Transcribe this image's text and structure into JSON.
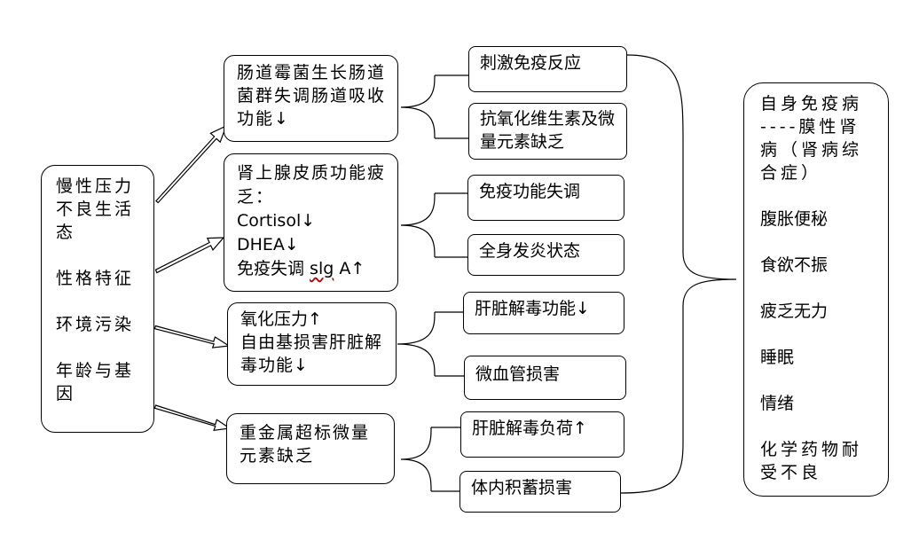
{
  "left_box": {
    "stress": "慢性压力不良生活态",
    "personality": "性格特征",
    "pollution": "环境污染",
    "age_genes": "年龄与基因"
  },
  "middle_boxes": {
    "gut": "肠道霉菌生长肠道菌群失调肠道吸收功能↓",
    "adrenal_title": "肾上腺皮质功能疲乏：",
    "adrenal_cortisol": "Cortisol↓",
    "adrenal_dhea": "DHEA↓",
    "adrenal_immune_prefix": "免疫失调 ",
    "adrenal_immune_slg": "slg",
    "adrenal_immune_suffix": " A↑",
    "oxidative_1": "氧化压力↑",
    "oxidative_2": "自由基损害肝脏解毒功能↓",
    "heavy_metal": "重金属超标微量元素缺乏"
  },
  "right_boxes": {
    "immune_stim": "刺激免疫反应",
    "antioxidant": "抗氧化维生素及微量元素缺乏",
    "immune_dysfunction": "免疫功能失调",
    "inflammation": "全身发炎状态",
    "liver_detox_down": "肝脏解毒功能↓",
    "microvascular": "微血管损害",
    "liver_detox_load": "肝脏解毒负荷↑",
    "accumulation": "体内积蓄损害"
  },
  "outcome_box": {
    "autoimmune": "自身免疫病 ----膜性肾病（肾病综合症）",
    "bloating": "腹胀便秘",
    "appetite": "食欲不振",
    "fatigue": "疲乏无力",
    "sleep": "睡眠",
    "mood": "情绪",
    "drug": "化学药物耐受不良"
  }
}
